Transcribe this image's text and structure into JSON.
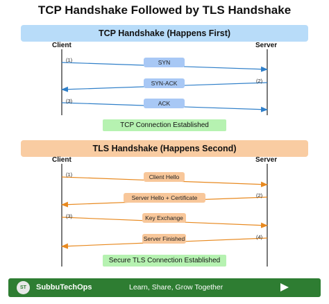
{
  "title": "TCP Handshake Followed by TLS Handshake",
  "tcp": {
    "banner": "TCP Handshake (Happens First)",
    "client": "Client",
    "server": "Server",
    "messages": [
      {
        "num": "(1)",
        "label": "SYN"
      },
      {
        "num": "(2)",
        "label": "SYN-ACK"
      },
      {
        "num": "(3)",
        "label": "ACK"
      }
    ],
    "status": "TCP Connection Established"
  },
  "tls": {
    "banner": "TLS Handshake (Happens Second)",
    "client": "Client",
    "server": "Server",
    "messages": [
      {
        "num": "(1)",
        "label": "Client Hello"
      },
      {
        "num": "(2)",
        "label": "Server Hello + Certificate"
      },
      {
        "num": "(3)",
        "label": "Key Exchange"
      },
      {
        "num": "(4)",
        "label": "Server Finished"
      }
    ],
    "status": "Secure TLS Connection Established"
  },
  "footer": {
    "badge": "ST",
    "brand": "SubbuTechOps",
    "tagline": "Learn, Share, Grow Together",
    "play_icon": "play-icon"
  },
  "colors": {
    "tcp_banner": "#b8dcf9",
    "tls_banner": "#f9cca2",
    "tcp_arrow": "#2f7fc9",
    "tls_arrow": "#e8891f",
    "status": "#b6f2b1",
    "footer": "#2e7d32"
  }
}
